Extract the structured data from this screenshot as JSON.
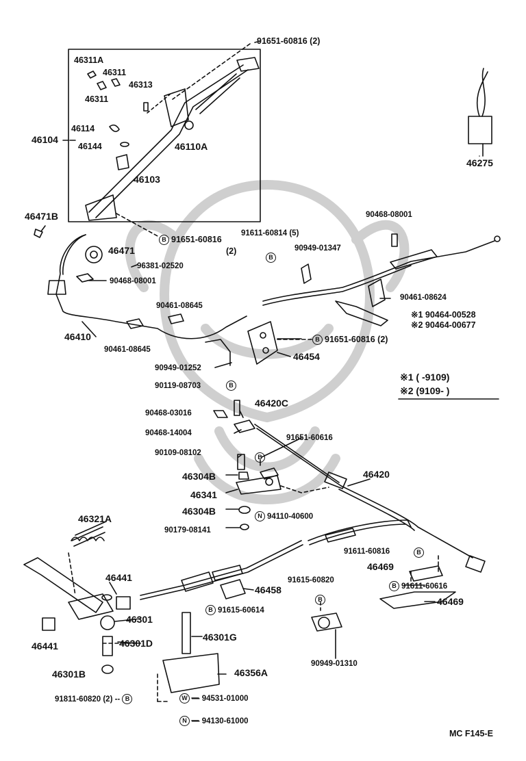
{
  "colors": {
    "line": "#111111",
    "watermark": "#c8c8c8",
    "background": "#ffffff"
  },
  "labels": {
    "p91651_60816_top": "91651-60816 (2)",
    "p46311A": "46311A",
    "p46311_a": "46311",
    "p46313": "46313",
    "p46311_b": "46311",
    "p46104": "46104",
    "p46114": "46114",
    "p46144": "46144",
    "p46110A": "46110A",
    "p46103": "46103",
    "p46275": "46275",
    "p46471B": "46471B",
    "p91651_60816_mid": "91651-60816",
    "p_qty2": "(2)",
    "p91611_60814": "91611-60814 (5)",
    "p90468_08001_top": "90468-08001",
    "p46471": "46471",
    "p90949_01347": "90949-01347",
    "p96381_02520": "96381-02520",
    "p90468_08001_mid": "90468-08001",
    "p90461_08624": "90461-08624",
    "p90461_08645_a": "90461-08645",
    "p90464_00528": "※1 90464-00528",
    "p90464_00677": "※2 90464-00677",
    "p46410": "46410",
    "p90461_08645_b": "90461-08645",
    "p91651_60816_2": "91651-60816 (2)",
    "p90949_01252": "90949-01252",
    "p46454": "46454",
    "p90119_08703": "90119-08703",
    "note1": "※1 (        -9109)",
    "note2": "※2 (9109-        )",
    "p46420C": "46420C",
    "p90468_03016": "90468-03016",
    "p90468_14004": "90468-14004",
    "p91651_60616": "91651-60616",
    "p90109_08102": "90109-08102",
    "p46420": "46420",
    "p46304B_a": "46304B",
    "p46341": "46341",
    "p46304B_b": "46304B",
    "p94110_40600": "94110-40600",
    "p90179_08141": "90179-08141",
    "p46321A": "46321A",
    "p91611_60816": "91611-60816",
    "p46469_a": "46469",
    "p91615_60820": "91615-60820",
    "p91611_60616": "91611-60616",
    "p46441_a": "46441",
    "p46458": "46458",
    "p46469_b": "46469",
    "p91615_60614": "91615-60614",
    "p46301": "46301",
    "p46441_b": "46441",
    "p46301D": "46301D",
    "p46301G": "46301G",
    "p90949_01310": "90949-01310",
    "p46301B": "46301B",
    "p46356A": "46356A",
    "p91811_60820": "91811-60820 (2)",
    "p94531_01000": "94531-01000",
    "p94130_61000": "94130-61000",
    "footer": "MC F145-E"
  },
  "markers": {
    "bolt": "B",
    "nut": "N",
    "washer": "W"
  }
}
